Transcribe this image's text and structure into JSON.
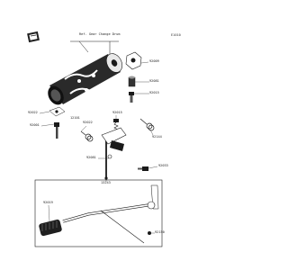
{
  "diagram": {
    "title_ref": "Ref. Gear Change Drum",
    "corner_code": "E1010",
    "colors": {
      "line": "#1a1a1a",
      "fill": "#1f1f1f",
      "label": "#222222"
    },
    "brand_icon": "kawasaki-logo-icon",
    "parts": [
      {
        "number": "92009"
      },
      {
        "number": "92081"
      },
      {
        "number": "92015"
      },
      {
        "number": "12101"
      },
      {
        "number": "92022"
      },
      {
        "number": "92015"
      },
      {
        "number": "92001"
      },
      {
        "number": "92022"
      },
      {
        "number": "92144"
      },
      {
        "number": "92081"
      },
      {
        "number": "13243"
      },
      {
        "number": "92033"
      },
      {
        "number": "92019"
      },
      {
        "number": "92150"
      }
    ]
  }
}
